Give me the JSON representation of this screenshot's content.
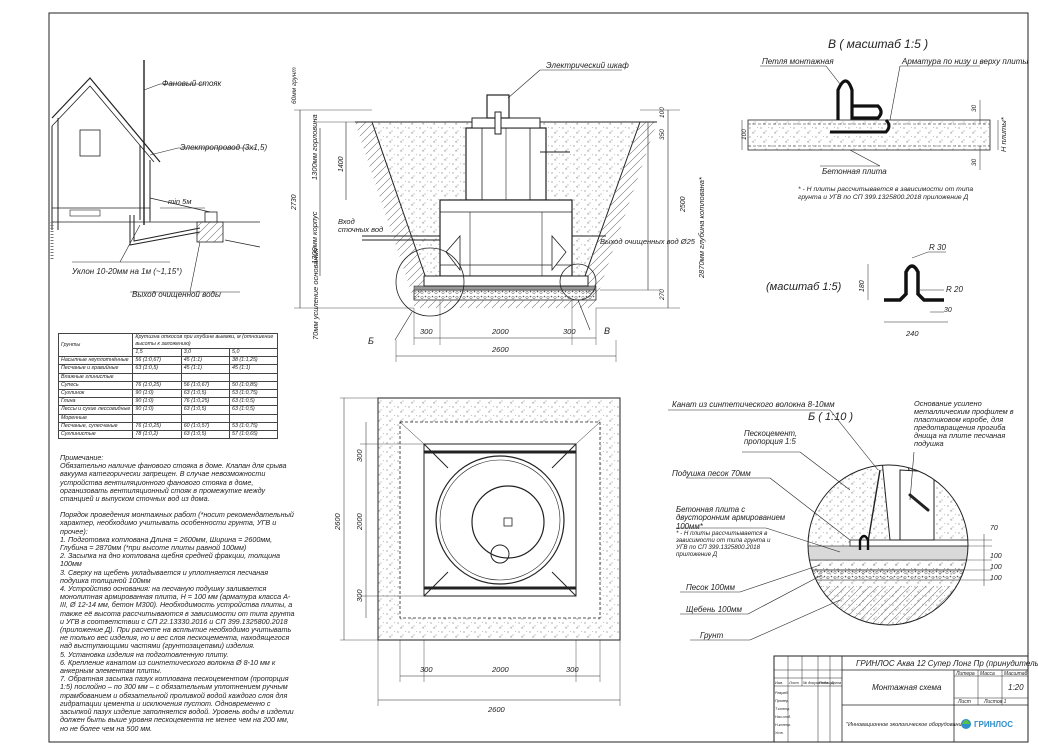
{
  "house": {
    "vent_stack": "Фановый стояк",
    "power_cable": "Электропровод (3х1,5)",
    "min_distance": "min 5м",
    "slope": "Уклон 10-20мм на 1м (~1,15°)",
    "outlet": "Выход очищенной воды"
  },
  "section": {
    "cabinet": "Электрический шкаф",
    "neck": "1300мм горловина",
    "top_60": "60мм грунт",
    "depth_2870": "2870мм глубина котлована*",
    "inlet": "Вход сточных вод",
    "body_1300": "1300мм корпус",
    "outlet": "Выход очищенных вод Ø25",
    "base": "70мм усиление основания",
    "dims": {
      "d2730": "2730",
      "d1400": "1400",
      "d350": "350",
      "d100": "100",
      "d2500": "2500",
      "d270": "270",
      "w300a": "300",
      "w2000": "2000",
      "w300b": "300",
      "w2600": "2600"
    },
    "callout_b": "Б",
    "callout_v": "В"
  },
  "detail_v": {
    "title": "В ( масштаб 1:5 )",
    "loop": "Петля монтажная",
    "rebar": "Арматура по низу и верху плиты",
    "slab": "Бетонная плита",
    "dim_100": "100",
    "dim_30a": "30",
    "dim_30b": "30",
    "h_slab": "H плиты*",
    "note": "* - H плиты рассчитывается в зависимости от типа грунта и УГВ по СП 399.1325800.2018 приложение Д"
  },
  "hook": {
    "title": "(масштаб 1:5)",
    "r30": "R 30",
    "r20": "R 20",
    "h180": "180",
    "w30": "30",
    "w240": "240"
  },
  "soil_table": {
    "headers": [
      "Грунты",
      "Крутизна откосов при глубине выемки, м (отношение высоты к заложению)"
    ],
    "depths": [
      "1,5",
      "3,0",
      "5,0"
    ],
    "rows": [
      [
        "Насыпные неуплотнённые",
        "56 (1:0,67)",
        "45 (1:1)",
        "38 (1:1,25)"
      ],
      [
        "Песчаные и гравийные",
        "63 (1:0,5)",
        "45 (1:1)",
        "45 (1:1)"
      ],
      [
        "Влажные глинистые",
        "",
        "",
        ""
      ],
      [
        "Супесь",
        "76 (1:0,25)",
        "56 (1:0,67)",
        "50 (1:0,85)"
      ],
      [
        "Суглинок",
        "90 (1:0)",
        "63 (1:0,5)",
        "53 (1:0,75)"
      ],
      [
        "Глина",
        "90 (1:0)",
        "76 (1:0,25)",
        "63 (1:0,5)"
      ],
      [
        "Лессы и сухие лессовидные",
        "90 (1:0)",
        "63 (1:0,5)",
        "63 (1:0,5)"
      ],
      [
        "Моренные",
        "",
        "",
        ""
      ],
      [
        "Песчаные, супесчаные",
        "76 (1:0,25)",
        "60 (1:0,57)",
        "53 (1:0,75)"
      ],
      [
        "Суглинистые",
        "78 (1:0,2)",
        "63 (1:0,5)",
        "57 (1:0,65)"
      ]
    ]
  },
  "notes": {
    "title": "Примечание:",
    "note1": "Обязательно наличие фанового стояка в доме. Клапан для срыва вакуума категорически запрещен. В случае невозможности устройства вентиляционного фанового стояка в доме, организовать вентиляционный стояк в промежутке между станцией и выпуском сточных вод из дома.",
    "order": "Порядок проведения монтажных работ (*носит рекомендательный характер, необходимо учитывать особенности грунта, УГВ и прочее):",
    "steps": [
      "1. Подготовка котлована Длина = 2600мм, Ширина = 2600мм, Глубина = 2870мм (*при высоте плиты равной 100мм)",
      "2. Засыпка на дно котлована щебня средней фракции, толщина 100мм",
      "3. Сверху на щебень укладывается и уплотняется песчаная подушка толщиной 100мм",
      "4. Устройство основания: на песчаную подушку заливается монолитная армированная плита, Н = 100 мм (арматура класса А-III, Ø 12-14 мм, бетон М300). Необходимость устройства плиты, а также её высота рассчитываются в зависимости от типа грунта и УГВ в соответствии с СП 22.13330.2016 и СП 399.1325800.2018 (приложение Д). При расчете на всплытие необходимо учитывать не только вес изделия, но и вес слоя пескоцемента, находящегося над выступающими частями (грунтозацепами) изделия.",
      "5. Установка изделия на подготовленную плиту.",
      "6. Крепление канатом из синтетического волокна Ø 8-10 мм к анкерным элементам плиты.",
      "7. Обратная засыпка пазух котлована пескоцементом (пропорция 1:5) послойно – по 300 мм – с обязательным уплотнением ручным трамбованием и обязательной проливкой водой каждого слоя для гидратации цемента и исключения пустот. Одновременно с засыпкой пазух изделие заполняется водой. Уровень воды в изделии должен быть выше уровня пескоцемента не менее чем на 200 мм, но не более чем на 500 мм."
    ]
  },
  "plan": {
    "d300a": "300",
    "d2000": "2000",
    "d300b": "300",
    "d2600v": "2600",
    "w300a": "300",
    "w2000": "2000",
    "w300b": "300",
    "w2600": "2600"
  },
  "detail_b": {
    "title": "Б ( 1:10 )",
    "rope": "Канат из синтетического волокна 8-10мм",
    "sandcement": "Пескоцемент, пропорция 1:5",
    "pillow": "Подушка песок 70мм",
    "foundation": "Основание усилено металлическим профилем в пластиковом коробе, для предотвращения прогиба днища на плите песчаная подушка",
    "slab": "Бетонная плита с двусторонним армированием 100мм*",
    "slab_note": "* - Н плиты рассчитывается в зависимости от типа грунта и УГВ по СП 399.1325800.2018 приложение Д",
    "sand": "Песок 100мм",
    "gravel": "Щебень 100мм",
    "ground": "Грунт",
    "d70": "70",
    "d100a": "100",
    "d100b": "100",
    "d100c": "100"
  },
  "title_block": {
    "product": "ГРИНЛОС Аква 12 Супер Лонг Пр (принудительный)",
    "sheet_name": "Монтажная схема",
    "company": "\"Инновационное экологическое оборудование\"",
    "lit_label": "Литера",
    "mass_label": "Масса",
    "scale_label": "Масштаб",
    "scale_value": "1:20",
    "sheet_label": "Лист",
    "sheets_label": "Листов 1",
    "left_labels": [
      "Изм.",
      "Лист",
      "№ документа",
      "Подпись",
      "Дата"
    ],
    "role_labels": [
      "Разраб.",
      "Провер.",
      "Т.контр.",
      "Нач.отд.",
      "Н.контр.",
      "Утв."
    ],
    "logo": "ГРИНЛОС",
    "logo_color": "#2f8fc8"
  }
}
